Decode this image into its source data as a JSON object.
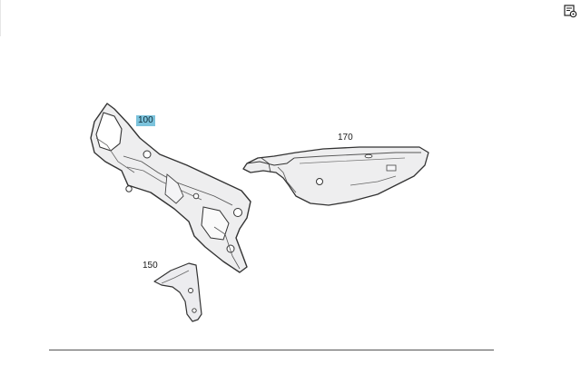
{
  "toolbar": {
    "corner_icon": "page-settings-icon"
  },
  "callouts": [
    {
      "id": "100",
      "label": "100",
      "selected": true
    },
    {
      "id": "170",
      "label": "170",
      "selected": false
    },
    {
      "id": "150",
      "label": "150",
      "selected": false
    }
  ],
  "colors": {
    "selected_highlight": "#7cc3dc",
    "part_fill": "#e9e9ec",
    "part_stroke": "#3a3a3a"
  }
}
